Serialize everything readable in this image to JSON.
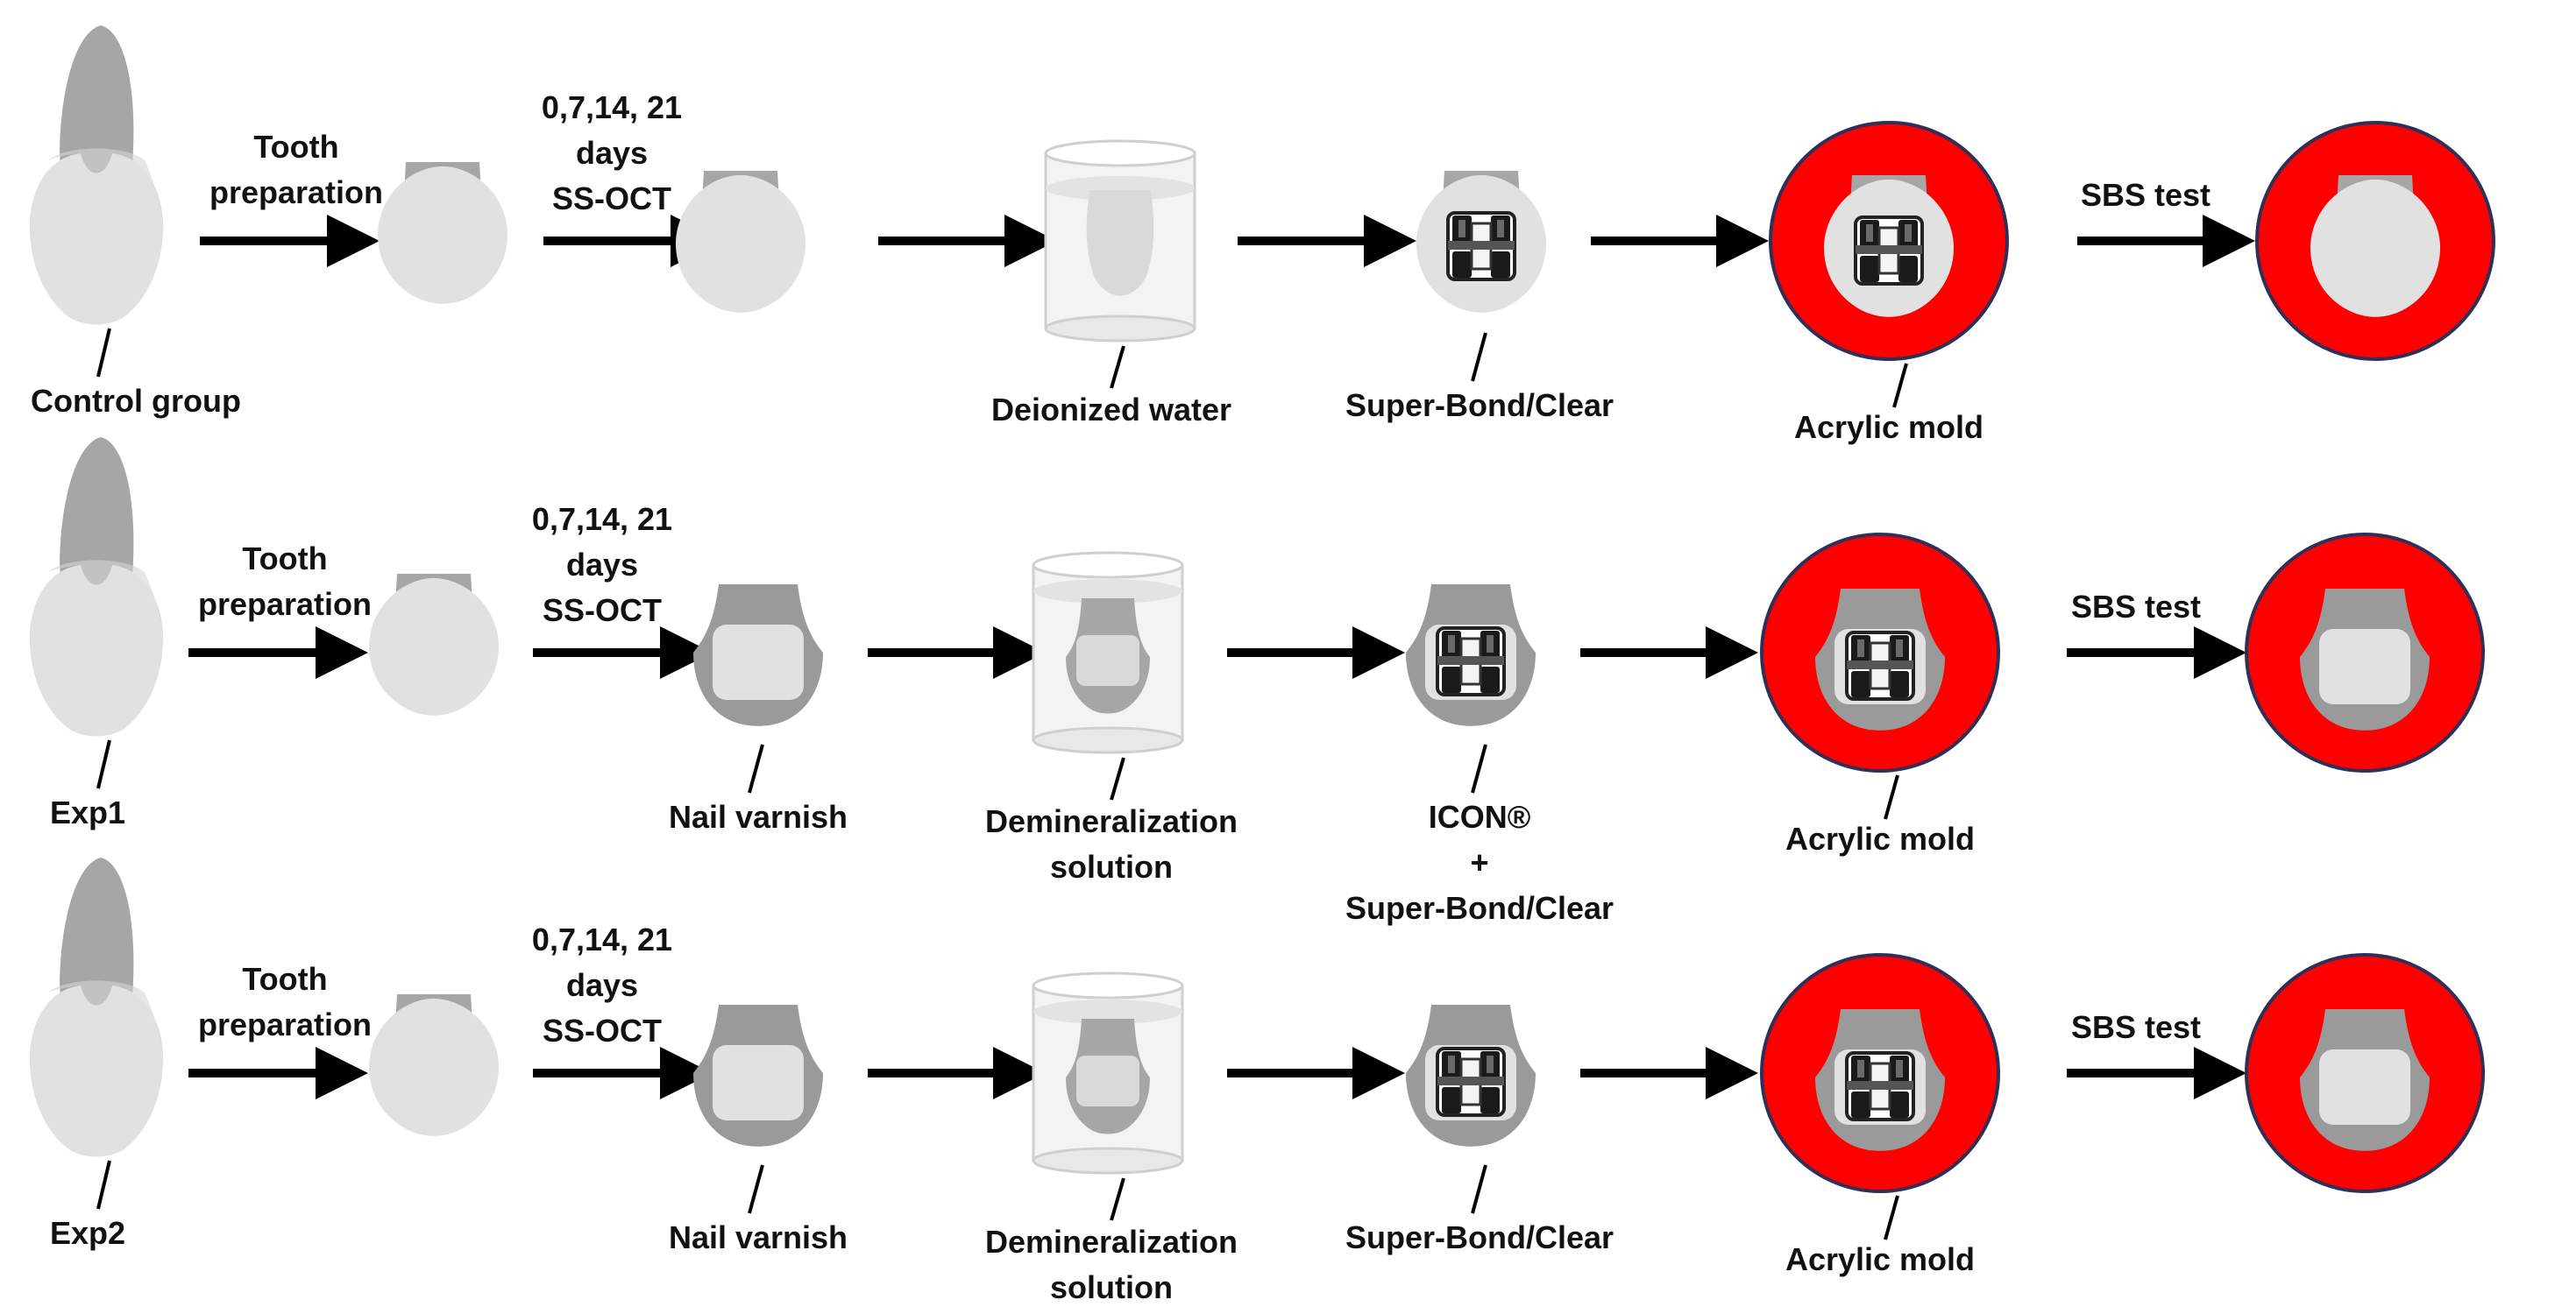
{
  "colors": {
    "tooth_light": "#e1e1e1",
    "tooth_dark": "#a6a6a6",
    "varnish": "#9a9a9a",
    "mold_red": "#ff0000",
    "mold_outline": "#2f2f58",
    "arrow": "#000000",
    "text": "#111111"
  },
  "rows": [
    {
      "group_label": "Control group",
      "prep_label": [
        "Tooth",
        "preparation"
      ],
      "scan_label": [
        "0,7,14, 21",
        "days",
        "SS-OCT"
      ],
      "varnish_label": "",
      "solution_label": [
        "Deionized water"
      ],
      "bond_label": [
        "Super-Bond/Clear"
      ],
      "mold_label": "Acrylic mold",
      "test_label": "SBS test"
    },
    {
      "group_label": "Exp1",
      "prep_label": [
        "Tooth",
        "preparation"
      ],
      "scan_label": [
        "0,7,14, 21",
        "days",
        "SS-OCT"
      ],
      "varnish_label": "Nail varnish",
      "solution_label": [
        "Demineralization",
        "solution"
      ],
      "bond_label": [
        "ICON®",
        "+",
        "Super-Bond/Clear"
      ],
      "mold_label": "Acrylic mold",
      "test_label": "SBS test"
    },
    {
      "group_label": "Exp2",
      "prep_label": [
        "Tooth",
        "preparation"
      ],
      "scan_label": [
        "0,7,14, 21",
        "days",
        "SS-OCT"
      ],
      "varnish_label": "Nail varnish",
      "solution_label": [
        "Demineralization",
        "solution"
      ],
      "bond_label": [
        "Super-Bond/Clear"
      ],
      "mold_label": "Acrylic mold",
      "test_label": "SBS test"
    }
  ]
}
